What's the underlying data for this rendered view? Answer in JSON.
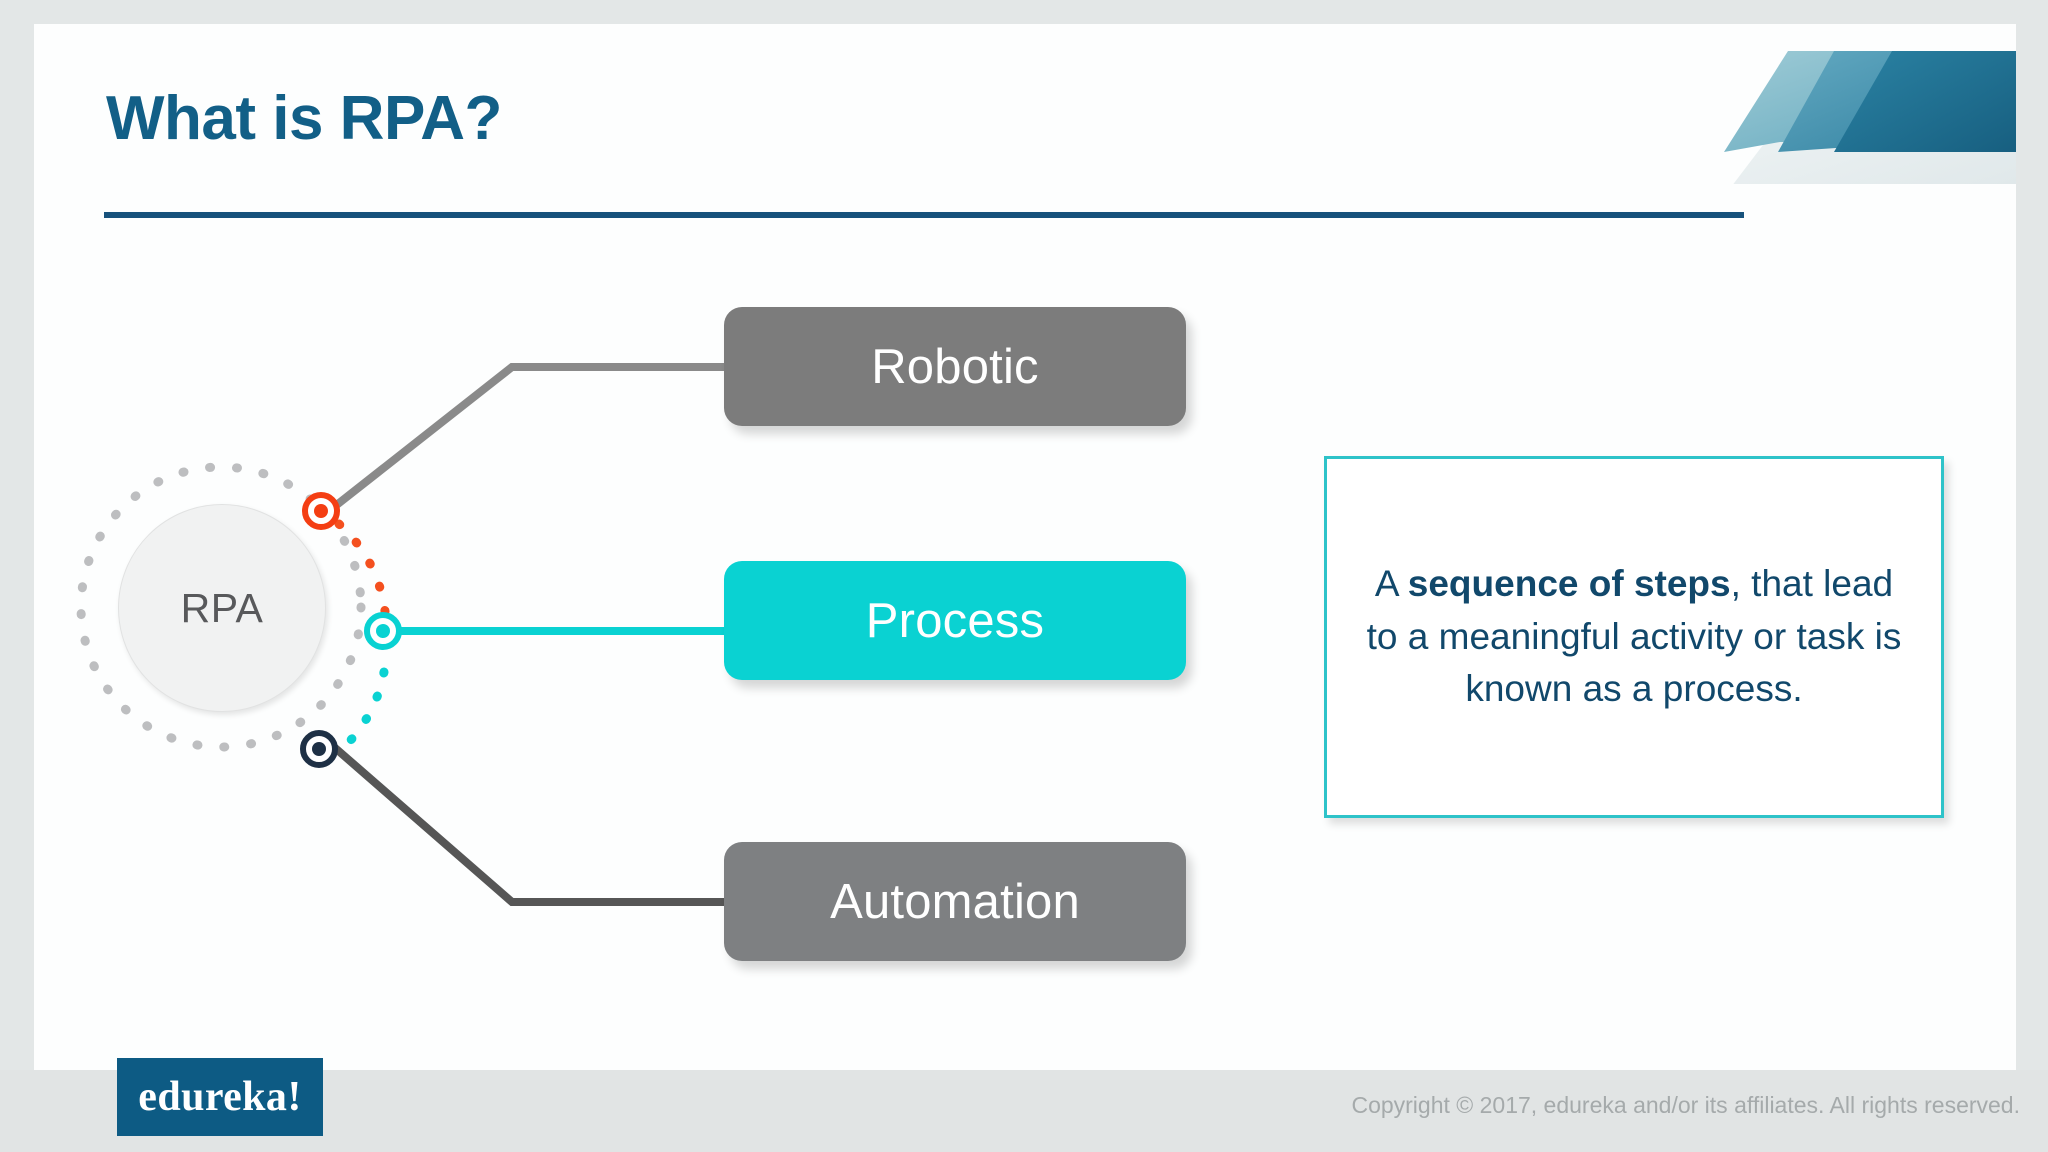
{
  "slide": {
    "title": "What is RPA?",
    "hub_label": "RPA"
  },
  "theme": {
    "title_color": "#125f87",
    "rule_color": "#17527c",
    "accent_cyan": "#0ad2d2",
    "accent_orange": "#f43e13",
    "accent_navy": "#1e3045",
    "box_gray": "#7c7c7c",
    "panel_border": "#2ec3c9",
    "panel_text": "#11486b",
    "brand_blue": "#0d5b84",
    "page_bg": "#e3e7e7",
    "canvas_bg": "#fdfefe",
    "footer_bg": "#e1e4e4"
  },
  "nodes": [
    {
      "id": "robotic",
      "label": "Robotic",
      "color": "#f43e13",
      "box_color": "#7c7c7c"
    },
    {
      "id": "process",
      "label": "Process",
      "color": "#09d2d2",
      "box_color": "#0ad2d2"
    },
    {
      "id": "automation",
      "label": "Automation",
      "color": "#1e3045",
      "box_color": "#7e8082"
    }
  ],
  "info_panel": {
    "lead": "A ",
    "emphasis": "sequence of steps",
    "rest": ", that lead to a meaningful activity or task is known as a process.",
    "full_text": "A sequence of steps, that lead to a meaningful activity or task is known as a process."
  },
  "footer": {
    "brand": "edureka!",
    "copyright": "Copyright © 2017, edureka and/or its affiliates. All rights reserved."
  },
  "decoration": {
    "corner_shape": "diagonal-stripes-icon"
  }
}
